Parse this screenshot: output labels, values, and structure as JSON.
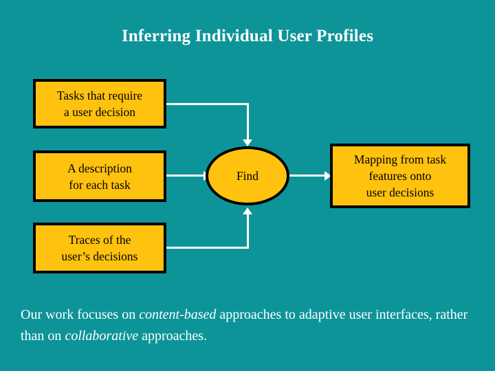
{
  "slide": {
    "background_color": "#0d9499",
    "title": "Inferring Individual User Profiles"
  },
  "diagram": {
    "node_fill_color": "#ffc20e",
    "node_border_color": "#000000",
    "connector_color": "#ffffff",
    "nodes": [
      {
        "id": "tasks",
        "shape": "rectangle",
        "line1": "Tasks that require",
        "line2": "a user decision"
      },
      {
        "id": "description",
        "shape": "rectangle",
        "line1": "A description",
        "line2": "for each task"
      },
      {
        "id": "traces",
        "shape": "rectangle",
        "line1": "Traces of the",
        "line2": "user’s decisions"
      },
      {
        "id": "find",
        "shape": "ellipse",
        "label": "Find"
      },
      {
        "id": "mapping",
        "shape": "rectangle",
        "line1": "Mapping from task",
        "line2": "features onto",
        "line3": "user decisions"
      }
    ],
    "edges": [
      {
        "id": "tasks-to-find",
        "from": "tasks",
        "to": "find",
        "arrow": "down"
      },
      {
        "id": "description-to-find",
        "from": "description",
        "to": "find",
        "arrow": "right"
      },
      {
        "id": "traces-to-find",
        "from": "traces",
        "to": "find",
        "arrow": "up"
      },
      {
        "id": "find-to-mapping",
        "from": "find",
        "to": "mapping",
        "arrow": "right"
      }
    ]
  },
  "caption": {
    "part1": "Our work focuses on ",
    "emphasis1": "content-based",
    "part2": " approaches to adaptive user interfaces, rather than on ",
    "emphasis2": "collaborative",
    "part3": " approaches."
  }
}
